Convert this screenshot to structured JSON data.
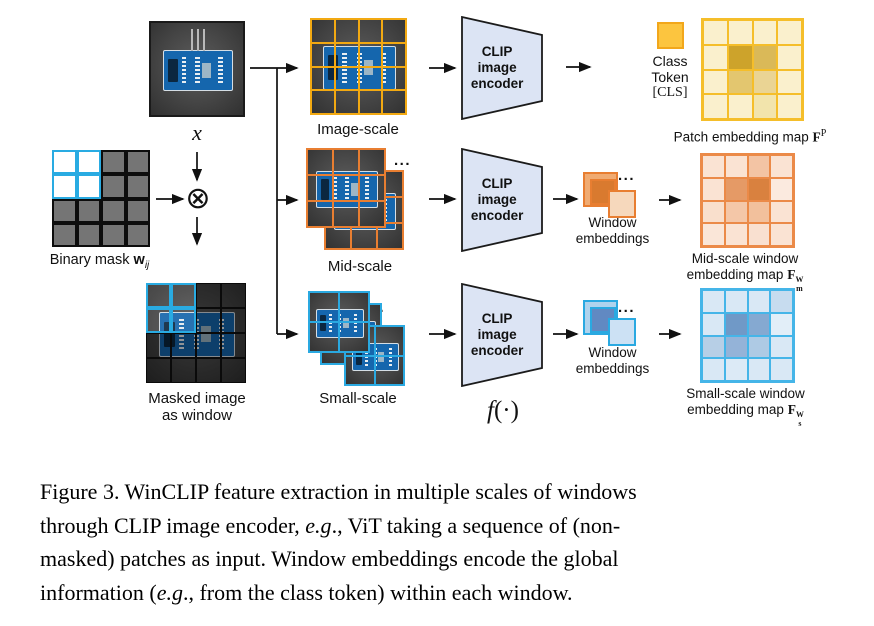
{
  "text": {
    "x_label": "x",
    "binary_mask_prefix": "Binary mask ",
    "binary_mask_var": "w",
    "binary_mask_sub": "ij",
    "otimes": "⊗",
    "masked_line1": "Masked image",
    "masked_line2": "as window",
    "image_scale": "Image-scale",
    "mid_scale": "Mid-scale",
    "small_scale": "Small-scale",
    "ellipsis": "...",
    "encoder_l1": "CLIP",
    "encoder_l2": "image",
    "encoder_l3": "encoder",
    "f_name": "f",
    "f_args": "(·)",
    "class_l1": "Class",
    "class_l2": "Token",
    "class_l3": "[CLS]",
    "win_emb_l1": "Window",
    "win_emb_l2": "embeddings",
    "patch_map_prefix": "Patch embedding map ",
    "map_F": "F",
    "patch_sup": "P",
    "sup_W": "W",
    "mid_map_l1": "Mid-scale window",
    "mid_map_prefix": "embedding map ",
    "mid_sub": "m",
    "small_map_l1": "Small-scale window",
    "small_map_prefix": "embedding map ",
    "small_sub": "s"
  },
  "colors": {
    "gold": "#F2A912",
    "gold_map_border": "#F5BE2A",
    "class_token_fill": "#FCC53F",
    "class_token_border": "#F2A71B",
    "orange": "#E87E31",
    "blue": "#2AA9E1",
    "encoder_fill": "#DCE4F4",
    "encoder_border": "#1b1b1b",
    "mask_blue": "#29ABE2",
    "mask_gray": "#757575",
    "arrow": "#111111"
  },
  "embeddings": {
    "mid": {
      "back": "#F0AB72",
      "middle": "#D97A2F",
      "front": "#F6D8BC",
      "border": "#E87E31"
    },
    "small": {
      "back": "#AFD3ED",
      "middle": "#6189C2",
      "front": "#CCE1F4",
      "border": "#2AA9E1"
    }
  },
  "grids": {
    "binary_mask": {
      "cells": [
        [
          1,
          1,
          0,
          0
        ],
        [
          1,
          1,
          0,
          0
        ],
        [
          0,
          0,
          0,
          0
        ],
        [
          0,
          0,
          0,
          0
        ]
      ]
    },
    "patch_map": {
      "border": "#F5BE2A",
      "cells": [
        [
          "#FAF0CD",
          "#FAF0CD",
          "#FAF0CD",
          "#FAF0CD"
        ],
        [
          "#FAF0CD",
          "#CDA32B",
          "#DAB958",
          "#FAF0CD"
        ],
        [
          "#FAF0CD",
          "#E3C66F",
          "#EAD494",
          "#FAF0CD"
        ],
        [
          "#FAF0CD",
          "#FAF0CD",
          "#F2E4AC",
          "#FAF0CD"
        ]
      ]
    },
    "mid_map": {
      "border": "#EB8A48",
      "cells": [
        [
          "#FAE3D3",
          "#FAE3D3",
          "#F3C4A4",
          "#FAE3D3"
        ],
        [
          "#FAE3D3",
          "#E59A66",
          "#D9813F",
          "#FBEADF"
        ],
        [
          "#F9DFCC",
          "#F4C7A8",
          "#F2C09C",
          "#FAE3D3"
        ],
        [
          "#FAE6D8",
          "#FAE3D3",
          "#F9E0D0",
          "#FAE3D3"
        ]
      ]
    },
    "small_map": {
      "border": "#45B5E8",
      "cells": [
        [
          "#D9E8F5",
          "#D9E8F5",
          "#D9E8F5",
          "#C7DCEF"
        ],
        [
          "#D9E8F5",
          "#7099C7",
          "#85A9D1",
          "#E2EEF8"
        ],
        [
          "#B7CFE6",
          "#94B3D8",
          "#AECAE4",
          "#D9E8F5"
        ],
        [
          "#D9E8F5",
          "#DCEAF6",
          "#D9E8F5",
          "#D9E8F5"
        ]
      ]
    }
  },
  "caption": {
    "lines": [
      [
        {
          "t": "Figure 3. WinCLIP feature extraction in multiple scales of windows"
        }
      ],
      [
        {
          "t": "through CLIP image encoder, "
        },
        {
          "t": "e.g",
          "i": true
        },
        {
          "t": "., ViT taking a sequence of (non-"
        }
      ],
      [
        {
          "t": "masked) patches as input. Window embeddings encode the global"
        }
      ],
      [
        {
          "t": "information ("
        },
        {
          "t": "e.g",
          "i": true
        },
        {
          "t": "., from the class token) within each window."
        }
      ]
    ]
  }
}
